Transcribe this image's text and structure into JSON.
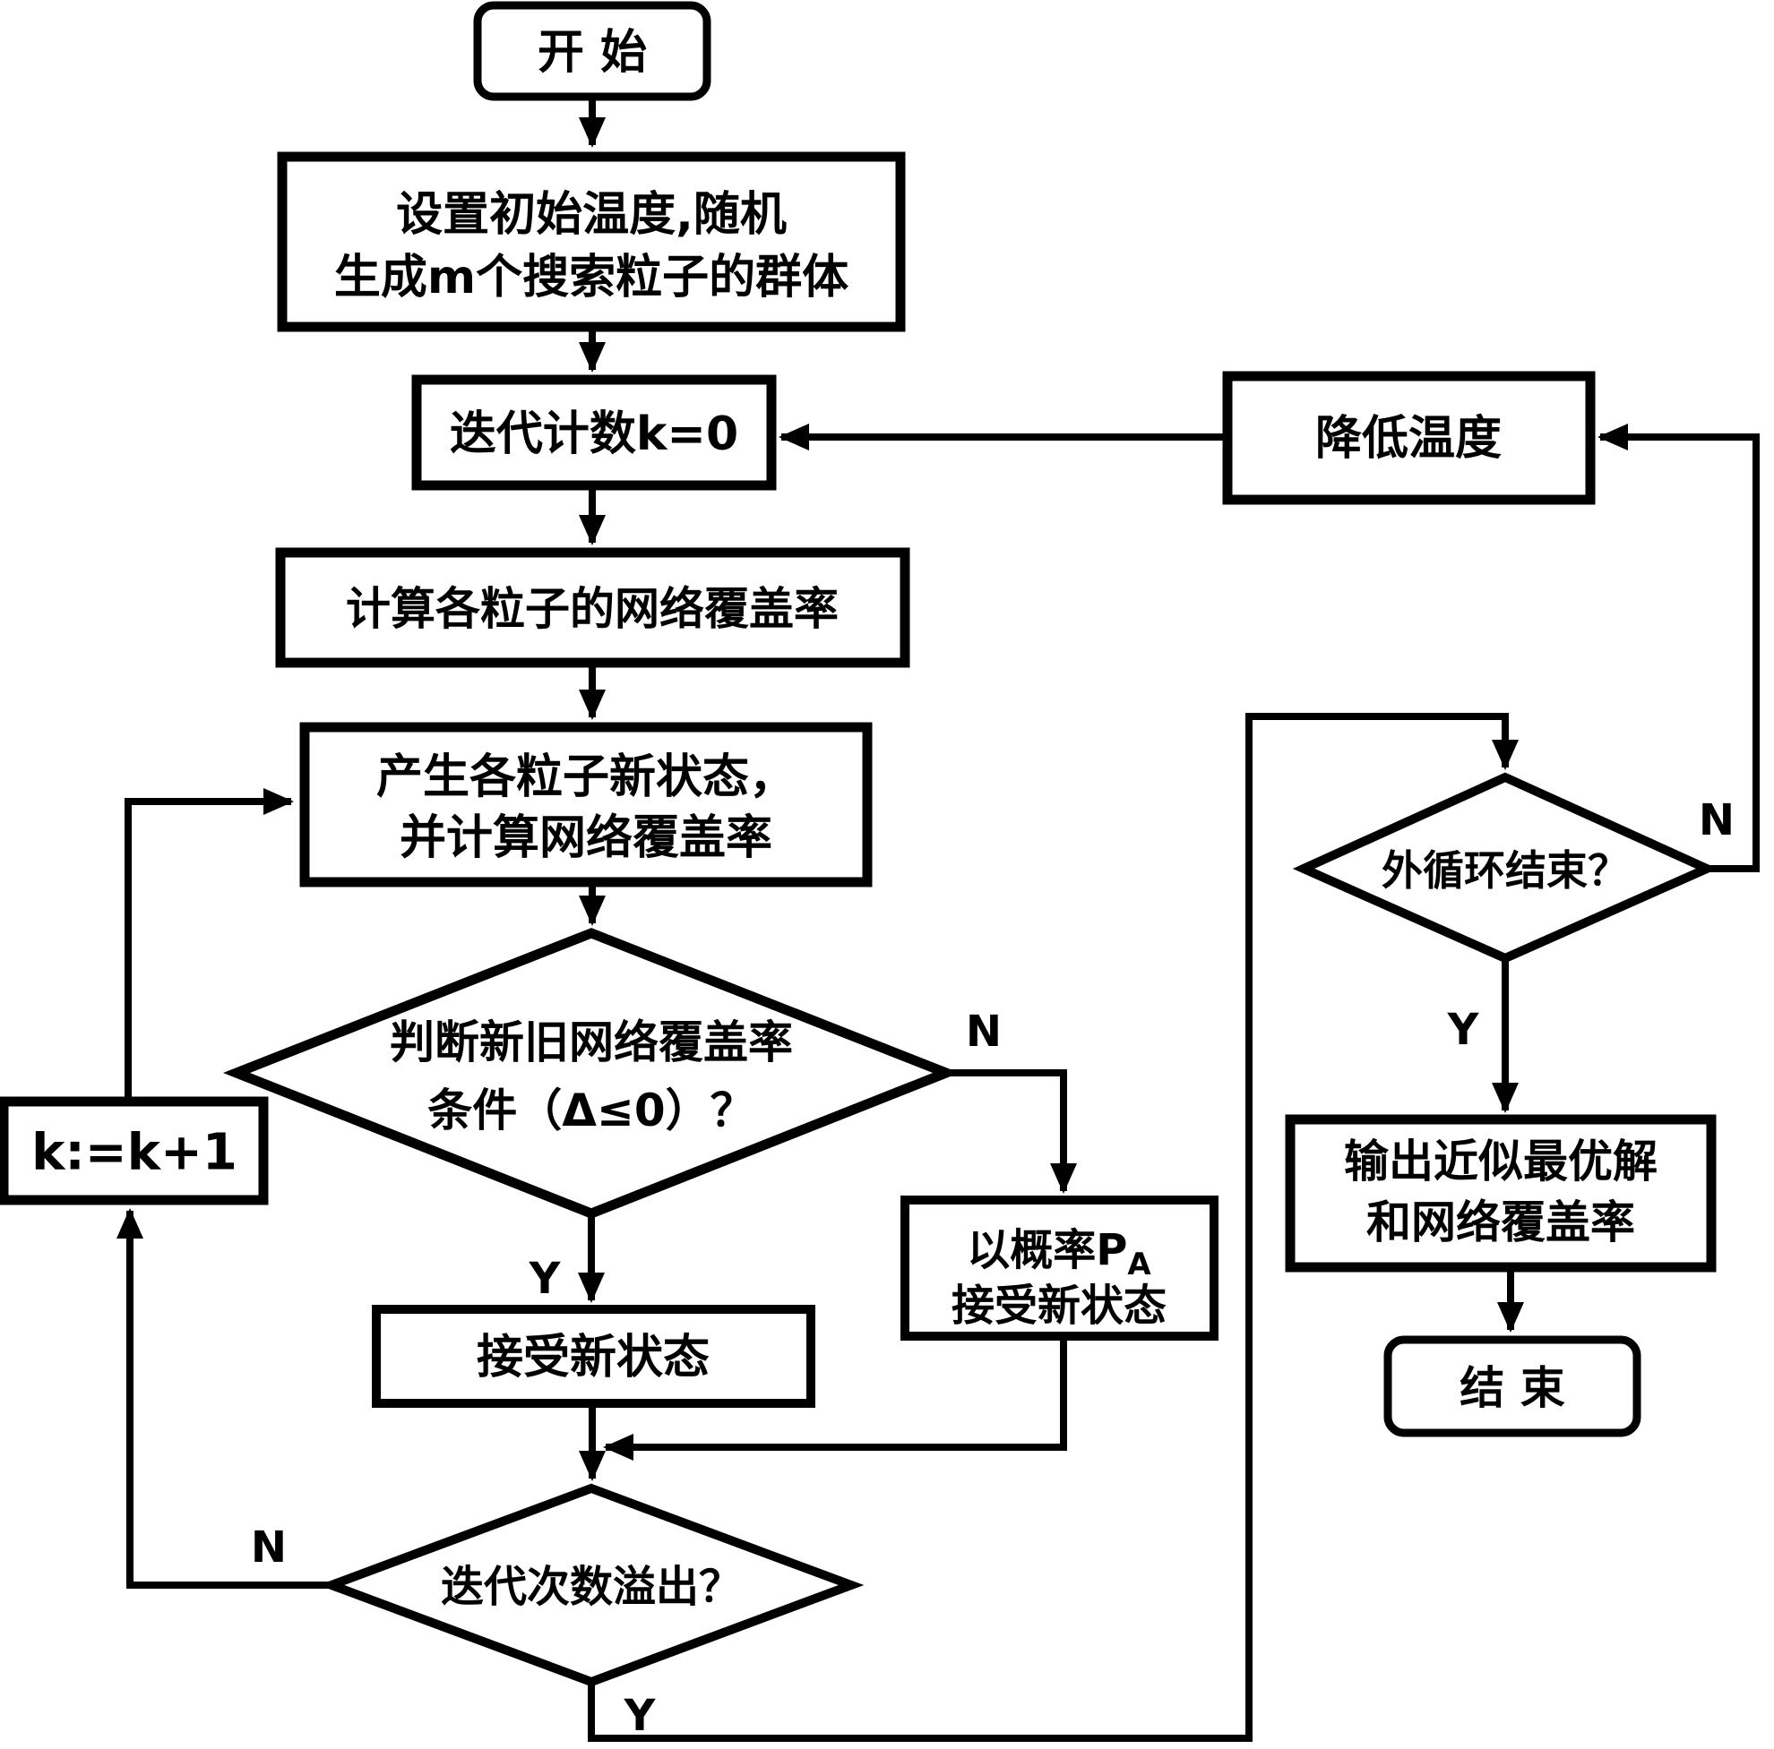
{
  "diagram": {
    "colors": {
      "ink": "#000000",
      "background": "#ffffff"
    },
    "nodes": {
      "start": {
        "label": "开 始"
      },
      "init": {
        "line1": "设置初始温度,随机",
        "line2": "生成m个搜索粒子的群体"
      },
      "iter_count": {
        "label": "迭代计数k=0"
      },
      "calc_coverage": {
        "label": "计算各粒子的网络覆盖率"
      },
      "new_state": {
        "line1": "产生各粒子新状态，",
        "line2": "并计算网络覆盖率"
      },
      "judge": {
        "line1": "判断新旧网络覆盖率",
        "line2": "条件（Δ≤0）？"
      },
      "k_increment": {
        "label": "k:=k+1"
      },
      "accept": {
        "label": "接受新状态"
      },
      "accept_prob": {
        "line1_main": "以概率P",
        "line1_sub": "A",
        "line2": "接受新状态"
      },
      "iter_overflow": {
        "label": "迭代次数溢出？"
      },
      "cool": {
        "label": "降低温度"
      },
      "outer_loop": {
        "label": "外循环结束？"
      },
      "output": {
        "line1": "输出近似最优解",
        "line2": "和网络覆盖率"
      },
      "end": {
        "label": "结 束"
      }
    },
    "branch_labels": {
      "judge_yes": "Y",
      "judge_no": "N",
      "overflow_no": "N",
      "overflow_yes": "Y",
      "outer_no": "N",
      "outer_yes": "Y"
    }
  }
}
